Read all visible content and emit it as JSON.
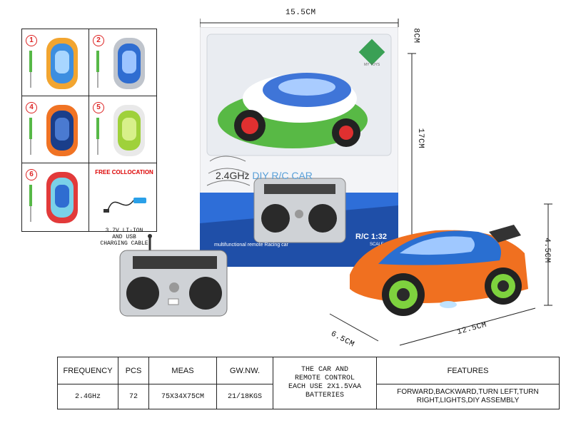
{
  "colors_palette": {
    "accent_red": "#d22222",
    "orange": "#f07020",
    "blue": "#2a6fd1",
    "green": "#59b848",
    "silver": "#c9c9c9"
  },
  "options": [
    {
      "number": "1",
      "color": "#3d8ee0",
      "trim": "#f2a530"
    },
    {
      "number": "2",
      "color": "#2f6dd1",
      "trim": "#bfc4cc"
    },
    {
      "number": "4",
      "color": "#f07324",
      "trim": "#1a3e8a"
    },
    {
      "number": "5",
      "color": "#9fd13a",
      "trim": "#e9e9e9"
    },
    {
      "number": "6",
      "color": "#e23a3a",
      "trim": "#7ad1e8"
    }
  ],
  "free_collocation": {
    "title": "FREE COLLOCATION",
    "text_line1": "3.7V LI-ION",
    "text_line2": "AND USB",
    "text_line3": "CHARGING CABLE"
  },
  "dimensions": {
    "box_width": "15.5CM",
    "box_depth": "8CM",
    "box_height": "17CM",
    "car_height": "4.5CM",
    "car_width": "6.5CM",
    "car_length": "12.5CM"
  },
  "package": {
    "title_a": "2.4GHz",
    "title_b": "DIY R/C CAR",
    "subtitle": "multifunctional remote Racing car",
    "scale_label": "R/C 1:32",
    "scale_sub": "SCALE",
    "logo_text": "MY TOYS"
  },
  "table": {
    "headers": [
      "FREQUENCY",
      "PCS",
      "MEAS",
      "GW.NW.",
      "THE CAR AND REMOTE CONTROL EACH USE 2X1.5VAA BATTERIES",
      "FEATURES"
    ],
    "col1": "2.4GHz",
    "col2": "72",
    "col3": "75X34X75CM",
    "col4": "21/18KGS",
    "battery_line1": "THE CAR AND",
    "battery_line2": "REMOTE CONTROL",
    "battery_line3": "EACH USE 2X1.5VAA",
    "battery_line4": "BATTERIES",
    "features_line1": "FORWARD,BACKWARD,TURN LEFT,TURN",
    "features_line2": "RIGHT,LIGHTS,DIY ASSEMBLY"
  }
}
